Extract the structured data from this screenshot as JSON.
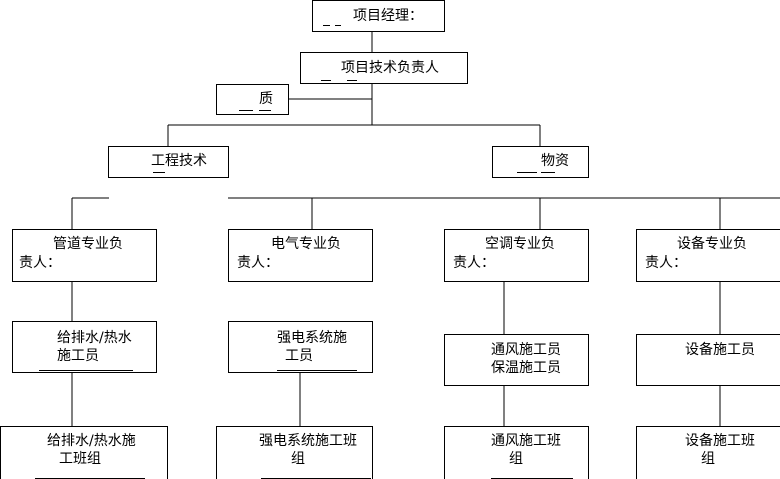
{
  "nodes": {
    "project_manager": {
      "text": "项目经理："
    },
    "tech_lead": {
      "text": "项目技术负责人"
    },
    "quality": {
      "text": "质"
    },
    "engineering": {
      "text": "工程技术"
    },
    "materials": {
      "text": "物资"
    },
    "pipe_lead": {
      "line1": "管道专业负",
      "line2": "责人："
    },
    "elec_lead": {
      "line1": "电气专业负",
      "line2": "责人："
    },
    "hvac_lead": {
      "line1": "空调专业负",
      "line2": "责人："
    },
    "equip_lead": {
      "line1": "设备专业负",
      "line2": "责人："
    },
    "pipe_workers": {
      "line1": "给排水/热水",
      "line2": "施工员"
    },
    "elec_workers": {
      "line1": "强电系统施",
      "line2": "工员"
    },
    "hvac_workers": {
      "line1": "通风施工员",
      "line2": "保温施工员"
    },
    "equip_workers": {
      "line1": "设备施工员"
    },
    "pipe_team": {
      "line1": "给排水/热水施",
      "line2": "工班组"
    },
    "elec_team": {
      "line1": "强电系统施工班",
      "line2": "组"
    },
    "hvac_team": {
      "line1": "通风施工班",
      "line2": "组"
    },
    "equip_team": {
      "line1": "设备施工班",
      "line2": "组"
    }
  }
}
